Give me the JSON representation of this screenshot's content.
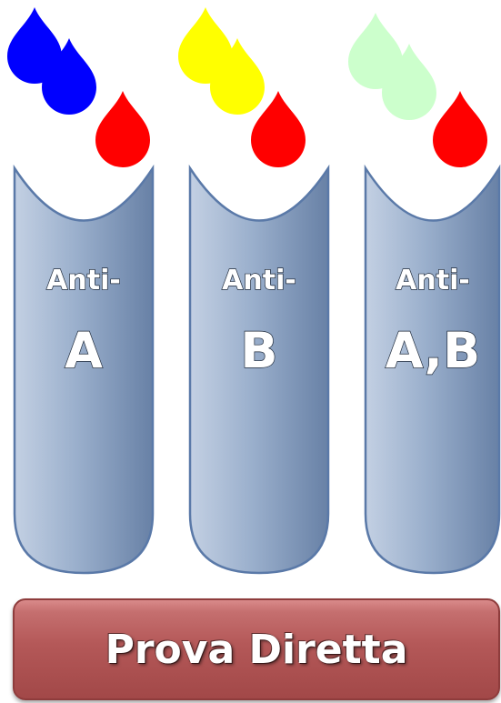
{
  "tubes": [
    {
      "line1": "Anti-",
      "line2": "A",
      "drop_color_top": "#0000ff",
      "drop_color_bottom": "#ff0000"
    },
    {
      "line1": "Anti-",
      "line2": "B",
      "drop_color_top": "#ffff00",
      "drop_color_bottom": "#ff0000"
    },
    {
      "line1": "Anti-",
      "line2": "A,B",
      "drop_color_top": "#ccffcc",
      "drop_color_bottom": "#ff0000"
    }
  ],
  "banner": {
    "label": "Prova Diretta"
  },
  "colors": {
    "tube_fill_left": "#b7c5dc",
    "tube_fill_right": "#6e89ad",
    "tube_outline": "#5a79a8",
    "banner": "#b45858"
  }
}
